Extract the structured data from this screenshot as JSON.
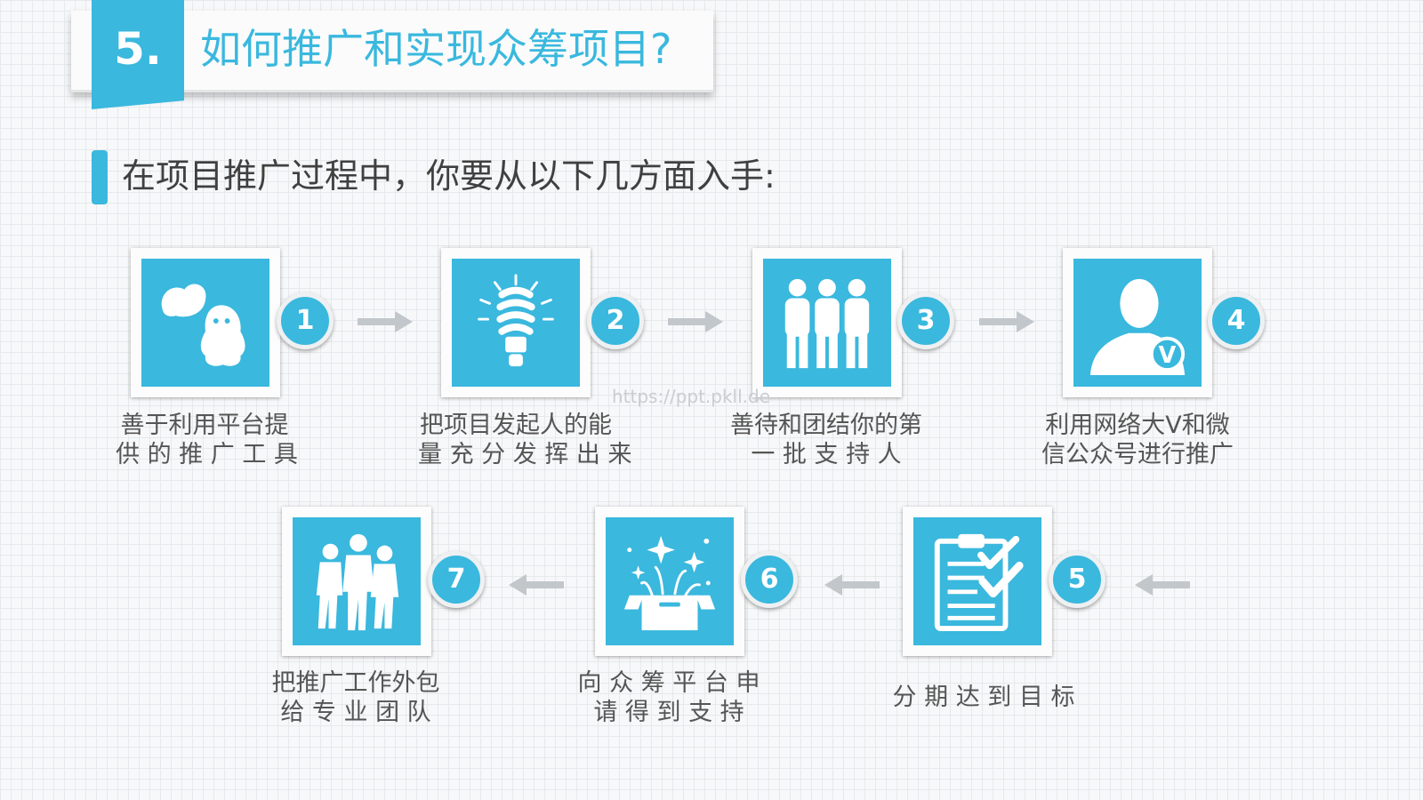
{
  "header": {
    "number": "5.",
    "title": "如何推广和实现众筹项目?"
  },
  "subtitle": "在项目推广过程中，你要从以下几方面入手:",
  "watermark": "https://ppt.pkll.de",
  "accent_color": "#3ab8de",
  "steps": [
    {
      "number": "1",
      "icon": "qq-tools-icon",
      "line1": "善于利用平台提",
      "line2": "供 的 推 广 工 具"
    },
    {
      "number": "2",
      "icon": "lightbulb-icon",
      "line1": "把项目发起人的能",
      "line2": "量 充 分 发 挥 出 来"
    },
    {
      "number": "3",
      "icon": "three-people-icon",
      "line1": "善待和团结你的第",
      "line2": "一  批  支  持  人"
    },
    {
      "number": "4",
      "icon": "verified-user-icon",
      "line1": "利用网络大V和微",
      "line2": "信公众号进行推广"
    },
    {
      "number": "5",
      "icon": "clipboard-check-icon",
      "line1": "分 期 达 到 目 标",
      "line2": ""
    },
    {
      "number": "6",
      "icon": "gift-box-stars-icon",
      "line1": "向 众 筹 平 台 申",
      "line2": "请 得 到 支 持"
    },
    {
      "number": "7",
      "icon": "team-people-icon",
      "line1": "把推广工作外包",
      "line2": "给  专  业  团  队"
    }
  ]
}
